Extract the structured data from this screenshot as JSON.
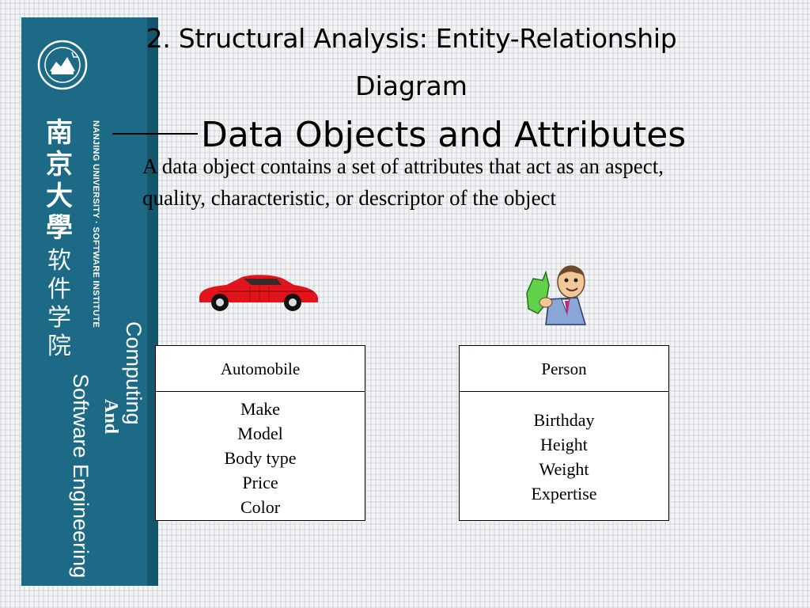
{
  "sidebar": {
    "cn_university": "南京大學",
    "cn_institute": "软件学院",
    "en_institute": "NANJING UNIVERSITY · SOFTWARE INSTITUTE",
    "line_computing": "Computing",
    "line_and": "And",
    "line_se": "Software Engineering",
    "color": "#1c6a86"
  },
  "slide": {
    "title_line1": "2. Structural Analysis: Entity-Relationship",
    "title_line2": "Diagram",
    "subtitle": "Data Objects and Attributes",
    "body": "A data object contains a set of attributes that act as an aspect, quality, characteristic, or descriptor of the object"
  },
  "entities": [
    {
      "name": "Automobile",
      "attributes": [
        "Make",
        "Model",
        "Body type",
        "Price",
        "Color"
      ]
    },
    {
      "name": "Person",
      "attributes": [
        "Birthday",
        "Height",
        "Weight",
        "Expertise"
      ]
    }
  ],
  "icons": {
    "car": "red-sports-car-icon",
    "person": "person-with-money-icon"
  }
}
